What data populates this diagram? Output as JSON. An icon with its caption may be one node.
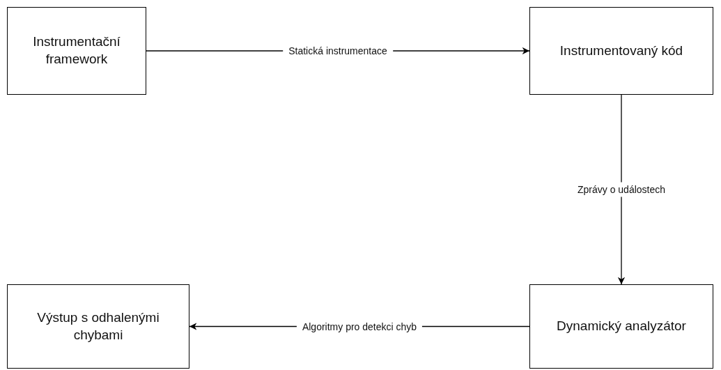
{
  "diagram": {
    "nodes": [
      {
        "text": [
          "Instrumentační framework"
        ]
      },
      {
        "text": [
          "Instrumentovaný kód"
        ]
      },
      {
        "text": [
          "Dynamický analyzátor"
        ]
      },
      {
        "text": [
          "Výstup s odhalenými chybami"
        ]
      }
    ],
    "edges": [
      {
        "from": 0,
        "to": 1,
        "arrow": "to",
        "label": "Statická instrumentace"
      },
      {
        "from": 1,
        "to": 2,
        "arrow": "to",
        "label": "Zprávy o událostech"
      },
      {
        "from": 2,
        "to": 3,
        "arrow": "to",
        "label": "Algoritmy pro detekci chyb"
      }
    ]
  }
}
